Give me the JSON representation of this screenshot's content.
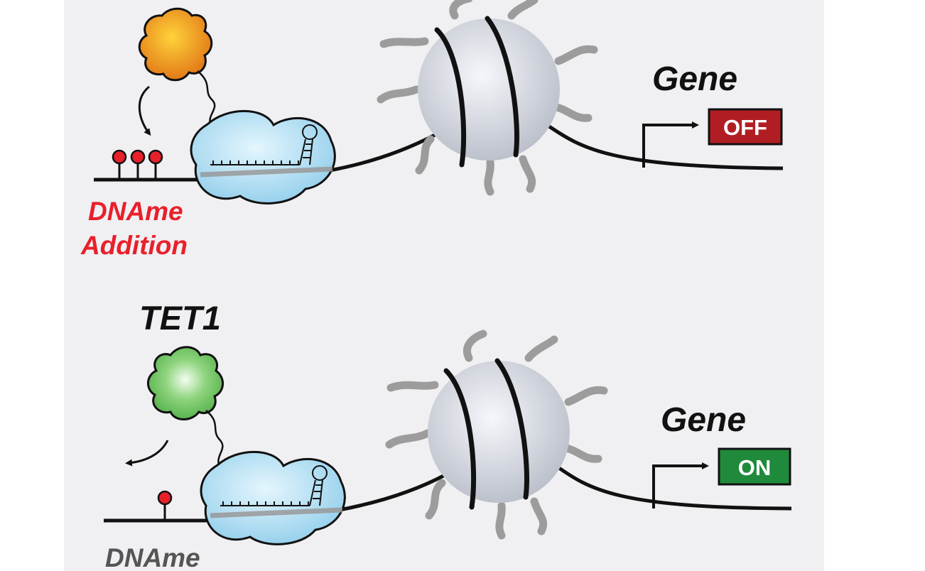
{
  "top_panel": {
    "gene_label": "Gene",
    "state_badge": "OFF",
    "action_label_line1": "DNAme",
    "action_label_line2": "Addition"
  },
  "bottom_panel": {
    "enzyme_label": "TET1",
    "gene_label": "Gene",
    "state_badge": "ON",
    "action_label_line1": "DNAme"
  },
  "colors": {
    "panel_background": "#f0f0f3",
    "methyl_mark": "#e8202a",
    "methyl_label": "#e8202a",
    "removal_label": "#555555",
    "off_badge": "#b01e23",
    "on_badge": "#1f8a3b",
    "writer_enzyme": "#e8841e",
    "tet1_enzyme": "#6cc25a",
    "dcas9": "#a9dcf3",
    "nucleosome": "#d4d7df",
    "histone_tail": "#9c9c9c",
    "dna": "#111111"
  },
  "icons": [
    "curved-arrow-icon",
    "promoter-arrow-icon",
    "methyl-lollipop-icon"
  ]
}
